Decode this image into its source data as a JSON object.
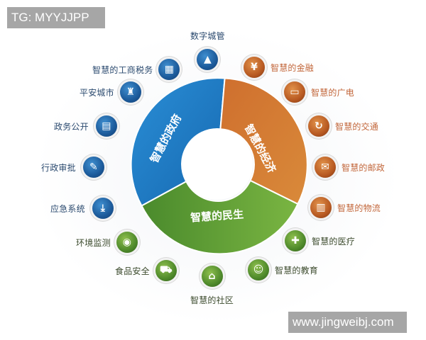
{
  "watermarks": {
    "top_left": "TG: MYYJJPP",
    "bottom_right": "www.jingweibj.com"
  },
  "donut": {
    "segments": [
      {
        "label": "智慧的政府",
        "color": "#1f7fc8"
      },
      {
        "label": "智慧的经济",
        "color": "#c8692a"
      },
      {
        "label": "智慧的民生",
        "color": "#5a9a32"
      }
    ]
  },
  "government_items": [
    {
      "label": "数字城管",
      "icon": "traffic-cone-icon"
    },
    {
      "label": "智慧的工商税务",
      "icon": "business-tax-icon"
    },
    {
      "label": "平安城市",
      "icon": "city-buildings-icon"
    },
    {
      "label": "政务公开",
      "icon": "document-icon"
    },
    {
      "label": "行政审批",
      "icon": "approval-pen-icon"
    },
    {
      "label": "应急系统",
      "icon": "download-tray-icon"
    }
  ],
  "economy_items": [
    {
      "label": "智慧的金融",
      "icon": "yen-icon"
    },
    {
      "label": "智慧的广电",
      "icon": "monitor-icon"
    },
    {
      "label": "智慧的交通",
      "icon": "traffic-cycle-icon"
    },
    {
      "label": "智慧的邮政",
      "icon": "envelope-icon"
    },
    {
      "label": "智慧的物流",
      "icon": "package-icon"
    }
  ],
  "livelihood_items": [
    {
      "label": "智慧的医疗",
      "icon": "medical-kit-icon"
    },
    {
      "label": "智慧的教育",
      "icon": "people-icon"
    },
    {
      "label": "智慧的社区",
      "icon": "house-icon"
    },
    {
      "label": "食品安全",
      "icon": "shopping-cart-icon"
    },
    {
      "label": "环境监测",
      "icon": "environment-monitor-icon"
    }
  ],
  "icon_glyphs": {
    "traffic-cone-icon": "▲",
    "business-tax-icon": "▦",
    "city-buildings-icon": "♜",
    "document-icon": "▤",
    "approval-pen-icon": "✎",
    "download-tray-icon": "⤓",
    "yen-icon": "¥",
    "monitor-icon": "▭",
    "traffic-cycle-icon": "↻",
    "envelope-icon": "✉",
    "package-icon": "▥",
    "medical-kit-icon": "✚",
    "people-icon": "☺",
    "house-icon": "⌂",
    "shopping-cart-icon": "⛟",
    "environment-monitor-icon": "◉"
  }
}
